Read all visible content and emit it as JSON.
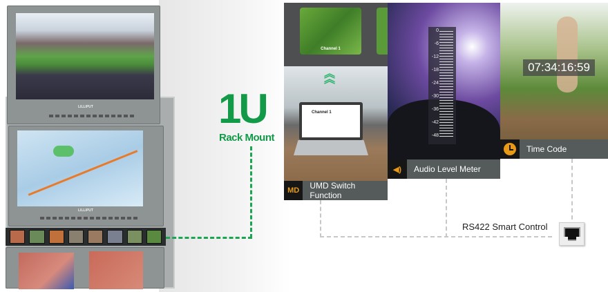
{
  "rack": {
    "brand": "LILLIPUT",
    "strap": {
      "headline": "1U",
      "subline": "Rack Mount"
    }
  },
  "features": [
    {
      "label": "UMD Switch Function",
      "icon": "umd-icon",
      "icon_text": "MD",
      "thumb_label": "Channel 1",
      "laptop_text": "Channel 1"
    },
    {
      "label": "Audio Level Meter",
      "icon": "speaker-icon",
      "meter_ticks": [
        "0",
        "-6",
        "-12",
        "-18",
        "-24",
        "-30",
        "-36",
        "-42",
        "-48"
      ]
    },
    {
      "label": "Time Code",
      "icon": "clock-icon",
      "timecode": "07:34:16:59"
    }
  ],
  "rs422": {
    "label": "RS422 Smart Control",
    "icon": "ethernet-port-icon"
  },
  "colors": {
    "accent_green": "#129a48",
    "icon_orange": "#e89a16",
    "label_bar": "#555a5b"
  }
}
